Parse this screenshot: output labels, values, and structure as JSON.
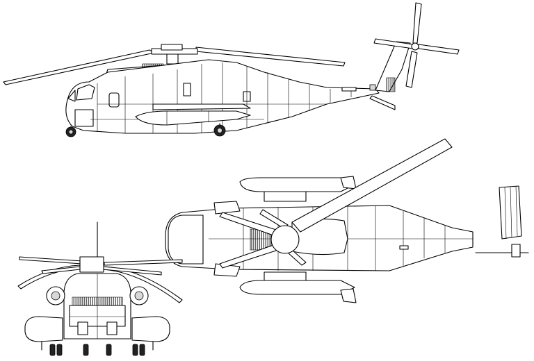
{
  "drawing": {
    "views": [
      {
        "id": "side-view"
      },
      {
        "id": "top-view"
      },
      {
        "id": "front-view"
      }
    ],
    "colors": {
      "line": "#000000",
      "background": "#ffffff",
      "shade": "#d8d8d8"
    }
  }
}
